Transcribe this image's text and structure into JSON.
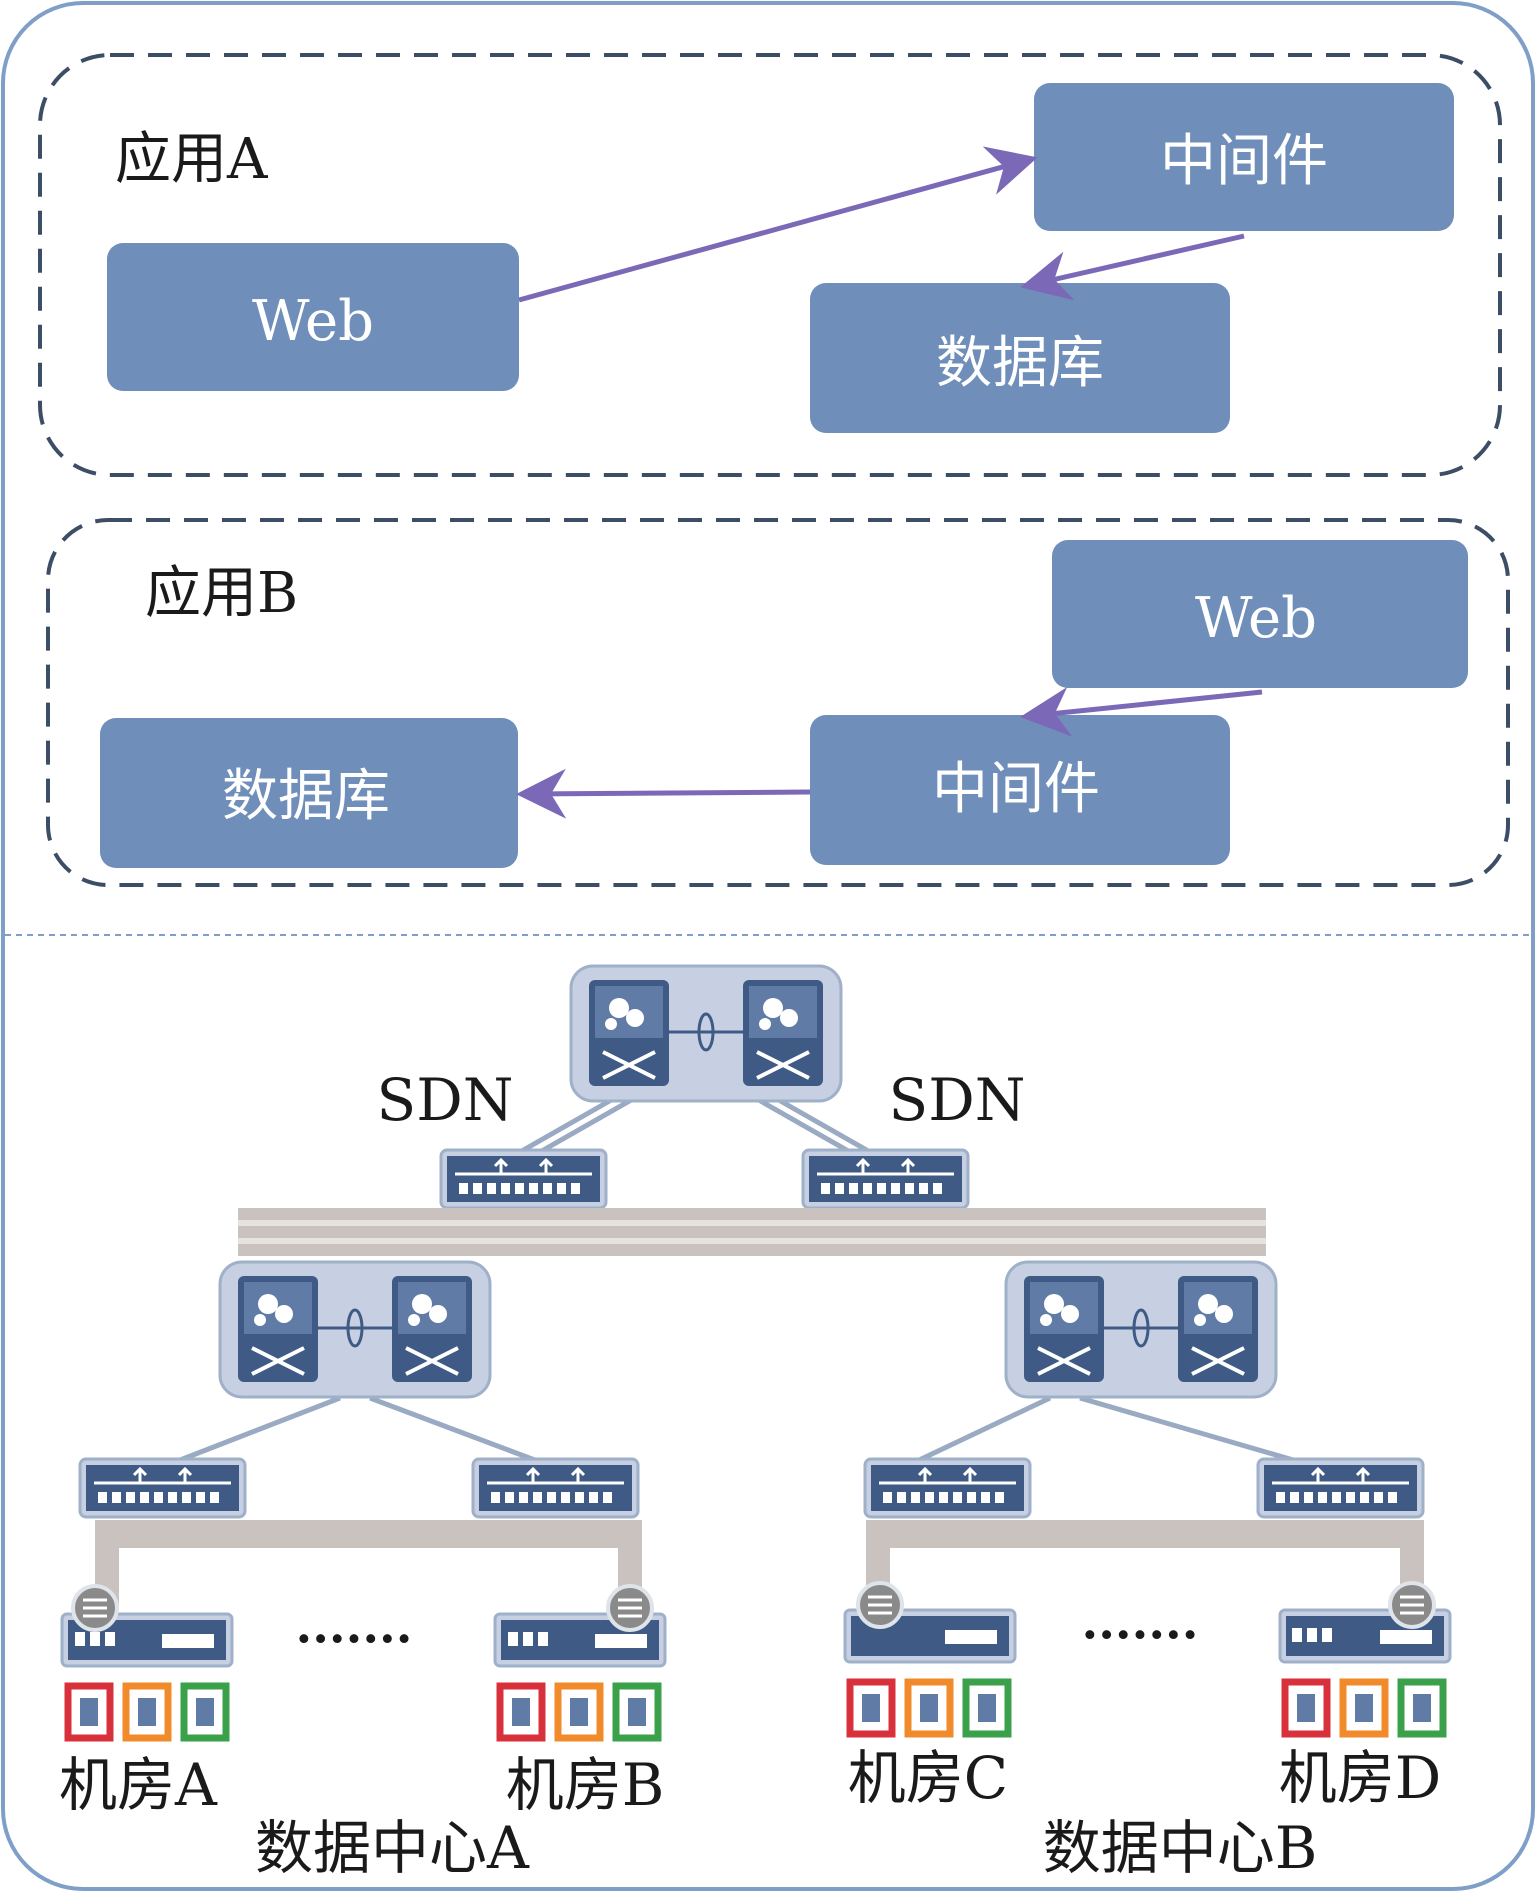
{
  "app_a": {
    "title": "应用A",
    "web_label": "Web",
    "middleware_label": "中间件",
    "database_label": "数据库"
  },
  "app_b": {
    "title": "应用B",
    "web_label": "Web",
    "middleware_label": "中间件",
    "database_label": "数据库"
  },
  "network": {
    "sdn_left_label": "SDN",
    "sdn_right_label": "SDN",
    "ellipsis_left": "·······",
    "ellipsis_right": "·······",
    "rooms": [
      "机房A",
      "机房B",
      "机房C",
      "机房D"
    ],
    "datacenters": [
      "数据中心A",
      "数据中心B"
    ]
  },
  "colors": {
    "box_fill": "#6f8fba",
    "arrow": "#7b69b8",
    "frame": "#7f9fc9",
    "dashed_group": "#3c4d66",
    "switch_fill": "#c6d0e2",
    "switch_dark": "#3e5a85",
    "link": "#9aaac2",
    "bus": "#c9c2be",
    "server_red": "#d9313b",
    "server_orange": "#f08a2a",
    "server_green": "#3aa14a"
  }
}
